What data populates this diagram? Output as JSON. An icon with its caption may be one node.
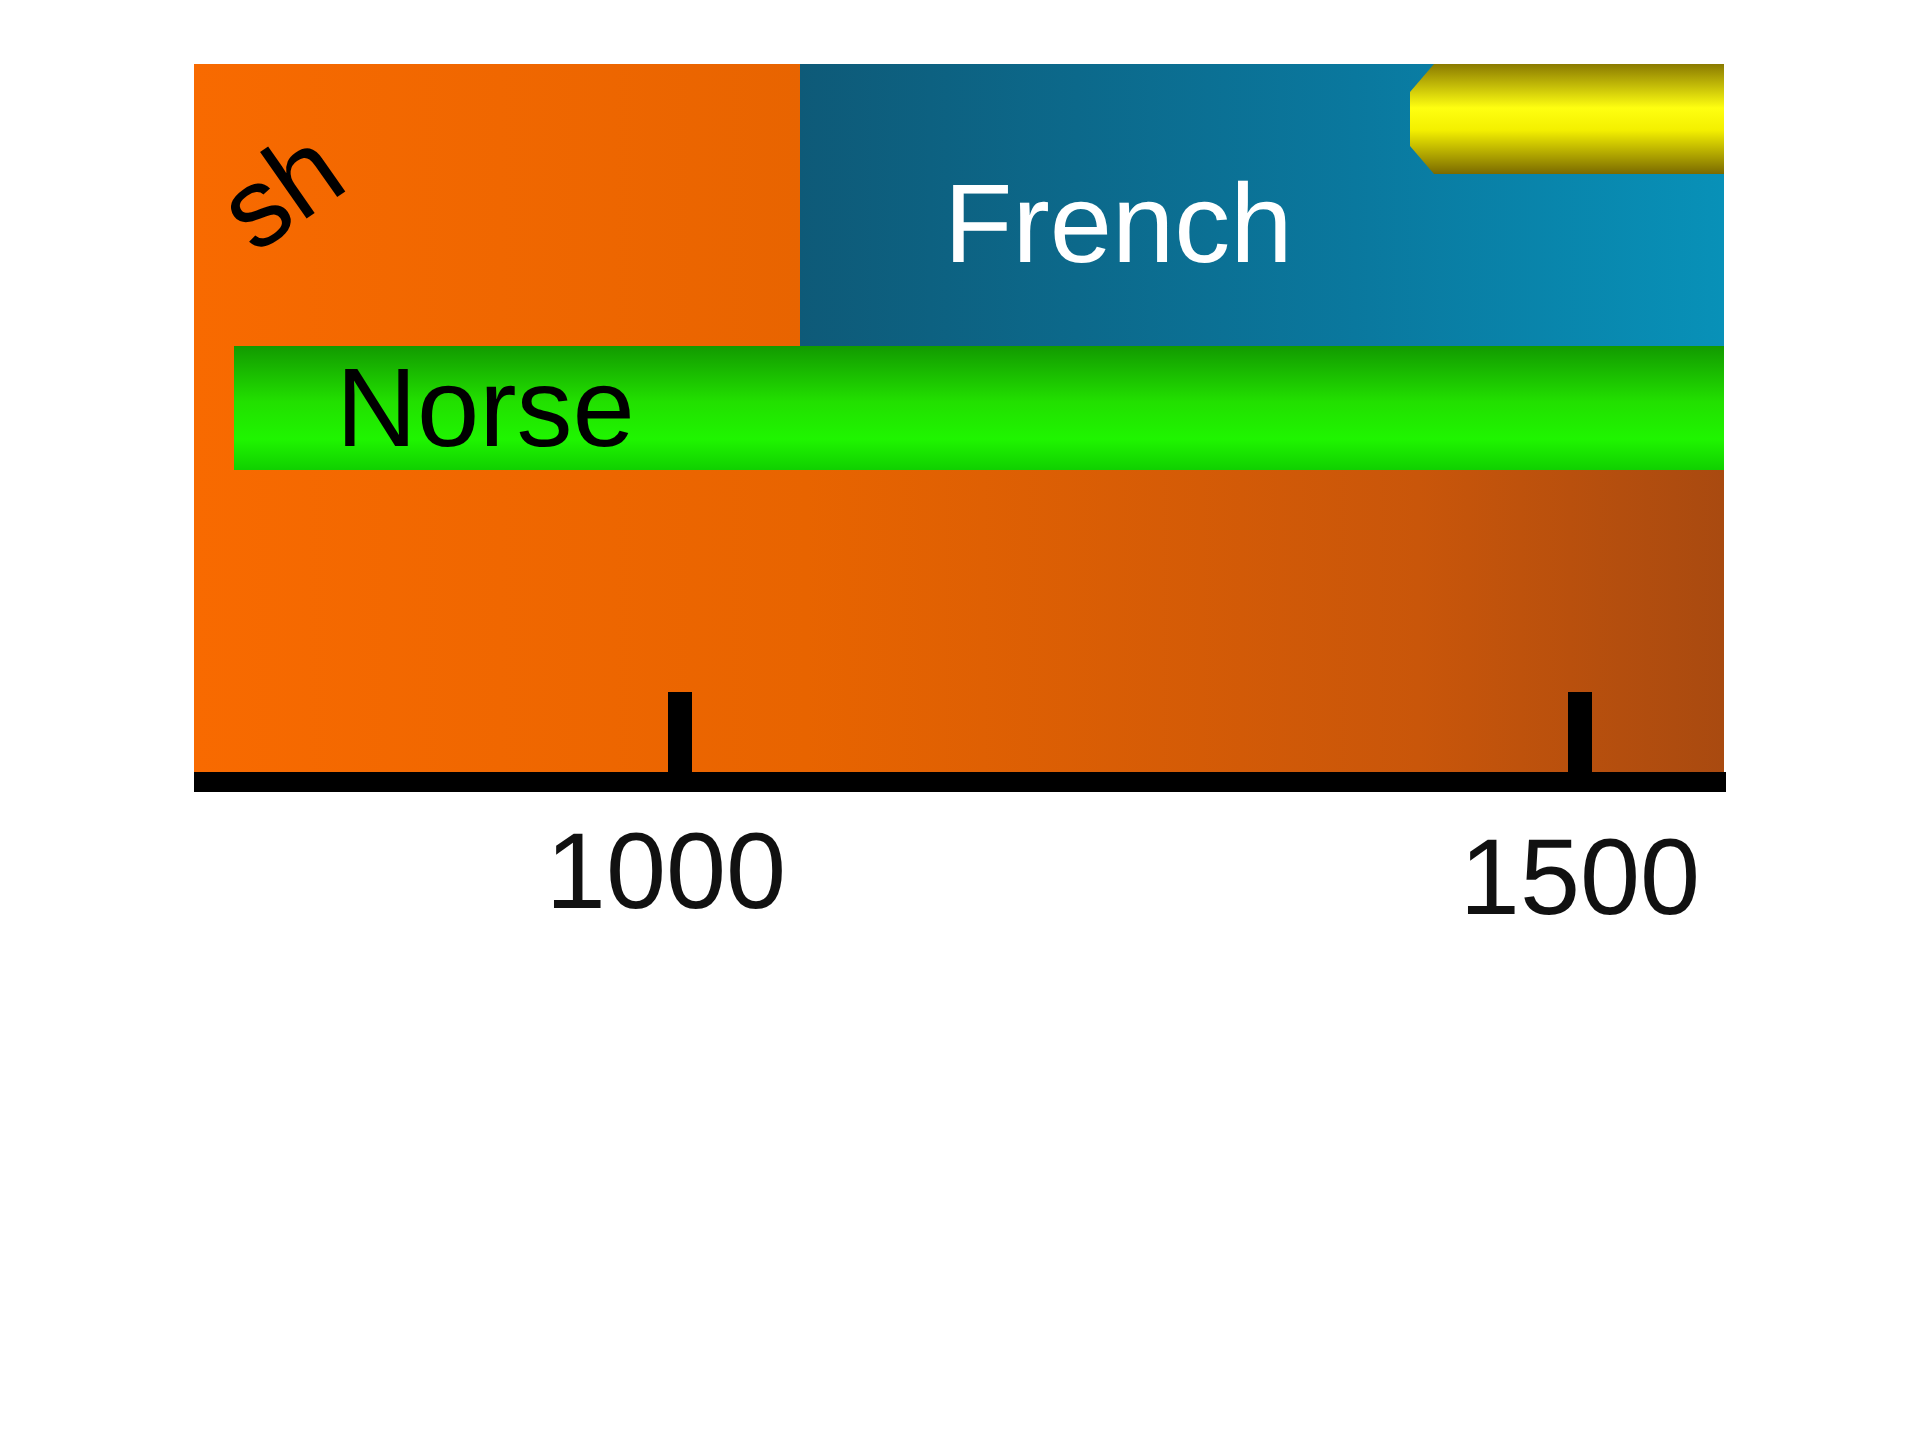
{
  "diagram": {
    "nodes": [
      {
        "text": [
          "sh"
        ]
      },
      {
        "text": [
          "French"
        ],
        "in": 0
      },
      {
        "text": [],
        "shape": "bar",
        "in": 1
      },
      {
        "text": [
          "Norse"
        ],
        "in": 0
      }
    ],
    "labels": [
      "1000",
      "1500"
    ]
  }
}
